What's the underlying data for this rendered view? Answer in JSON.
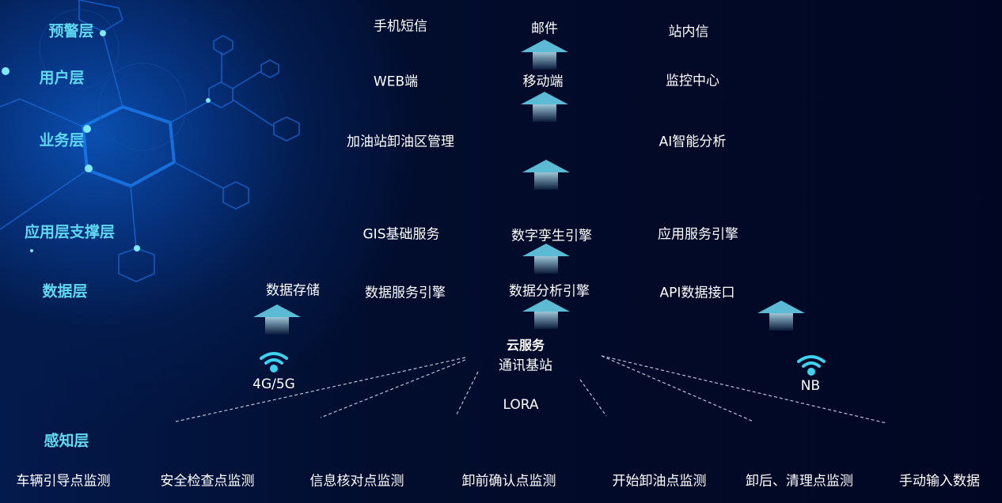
{
  "layers": {
    "warning": "预警层",
    "user": "用户层",
    "business": "业务层",
    "support": "应用层支撑层",
    "data": "数据层",
    "perception": "感知层"
  },
  "warning": [
    "手机短信",
    "邮件",
    "站内信"
  ],
  "user": [
    "WEB端",
    "移动端",
    "监控中心"
  ],
  "business": [
    "加油站卸油区管理",
    "AI智能分析"
  ],
  "support": [
    "GIS基础服务",
    "数字孪生引擎",
    "应用服务引擎"
  ],
  "data": [
    "数据存储",
    "数据服务引擎",
    "数据分析引擎",
    "API数据接口"
  ],
  "network": {
    "cloud": "云服务",
    "base_station": "通讯基站",
    "cellular": "4G/5G",
    "nb": "NB",
    "lora": "LORA"
  },
  "perception": [
    "车辆引导点监测",
    "安全检查点监测",
    "信息核对点监测",
    "卸前确认点监测",
    "开始卸油点监测",
    "卸后、清理点监测",
    "手动输入数据"
  ],
  "colors": {
    "layer_label": "#5fd8f2",
    "arrow": "#5cbad4",
    "background": "#020c2c"
  }
}
